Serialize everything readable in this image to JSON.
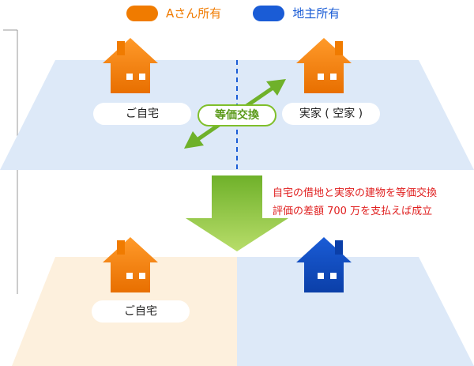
{
  "legend": [
    {
      "label": "Aさん所有",
      "color": "#f07b00"
    },
    {
      "label": "地主所有",
      "color": "#1a5cd6"
    }
  ],
  "top": {
    "left_label": "ご自宅",
    "right_label": "実家 ( 空家 )",
    "exchange_label": "等価交換"
  },
  "note": {
    "line1": "自宅の借地と実家の建物を等価交換",
    "line2": "評価の差額 700 万を支払えば成立"
  },
  "bottom": {
    "left_label": "ご自宅"
  },
  "colors": {
    "orange": "#f07b00",
    "blue": "#0b3fa8",
    "plot_blue": "#dde9f8",
    "plot_peach": "#fdf0dd",
    "green": "#8cc63f"
  }
}
